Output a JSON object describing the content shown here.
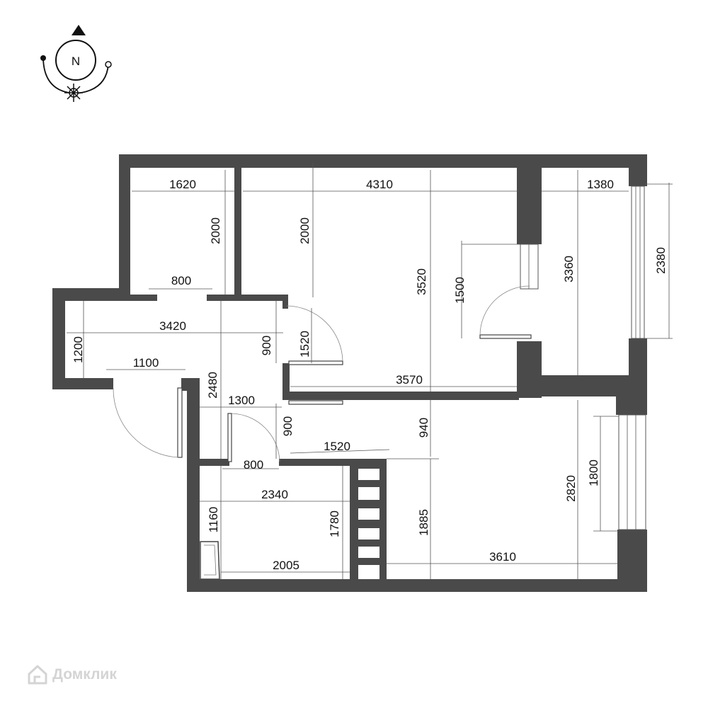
{
  "compass": {
    "north_label": "N"
  },
  "dimensions": {
    "d1620": "1620",
    "d4310": "4310",
    "d1380": "1380",
    "d2000a": "2000",
    "d2000b": "2000",
    "d3520": "3520",
    "d1500": "1500",
    "d3360": "3360",
    "d2380": "2380",
    "d800a": "800",
    "d3420": "3420",
    "d1200": "1200",
    "d900a": "900",
    "d1520a": "1520",
    "d1100": "1100",
    "d3570": "3570",
    "d2480": "2480",
    "d1300": "1300",
    "d900b": "900",
    "d940": "940",
    "d1520b": "1520",
    "d800b": "800",
    "d2340": "2340",
    "d1160": "1160",
    "d1780": "1780",
    "d1885": "1885",
    "d2820": "2820",
    "d1800": "1800",
    "d2005": "2005",
    "d3610": "3610"
  },
  "watermark": {
    "brand": "Домклик"
  }
}
